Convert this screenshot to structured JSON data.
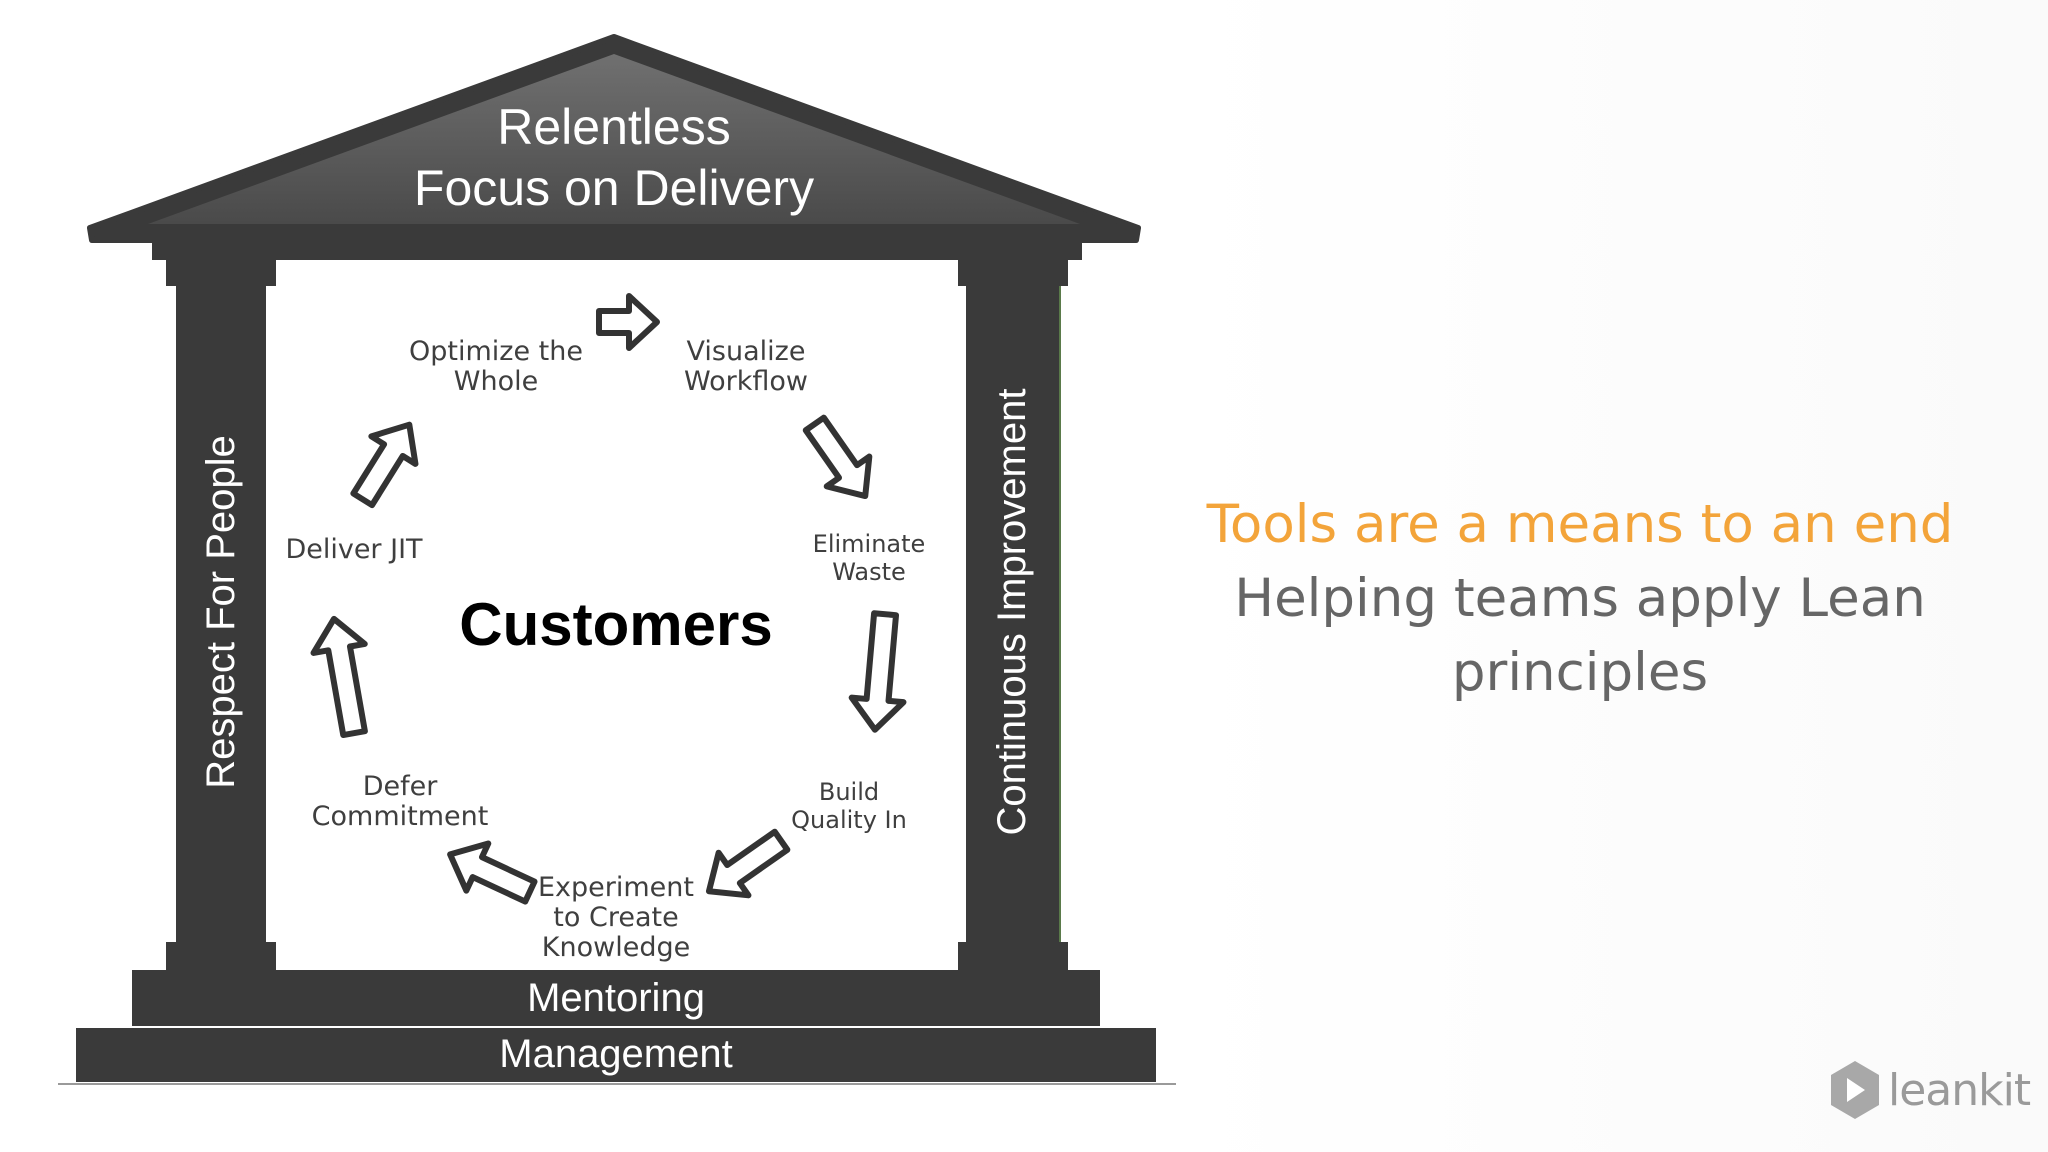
{
  "roof": {
    "line1": "Relentless",
    "line2": "Focus on Delivery"
  },
  "pillars": {
    "left": "Respect For People",
    "right": "Continuous Improvement"
  },
  "base": {
    "upper": "Mentoring",
    "lower": "Management"
  },
  "center": "Customers",
  "cycle": {
    "optimize": [
      "Optimize the",
      "Whole"
    ],
    "visualize": [
      "Visualize",
      "Workflow"
    ],
    "eliminate": [
      "Eliminate",
      "Waste"
    ],
    "build": [
      "Build",
      "Quality In"
    ],
    "experiment": [
      "Experiment",
      "to Create",
      "Knowledge"
    ],
    "defer": [
      "Defer",
      "Commitment"
    ],
    "deliver": [
      "Deliver JIT"
    ]
  },
  "tagline": {
    "line1": "Tools are a means to an end",
    "line2": "Helping teams apply Lean",
    "line3": "principles"
  },
  "logo": {
    "word": "leankit"
  },
  "colors": {
    "structure": "#3a3a3a",
    "roof": "#555555",
    "accent": "#f3a43a",
    "subtitle": "#666666"
  }
}
